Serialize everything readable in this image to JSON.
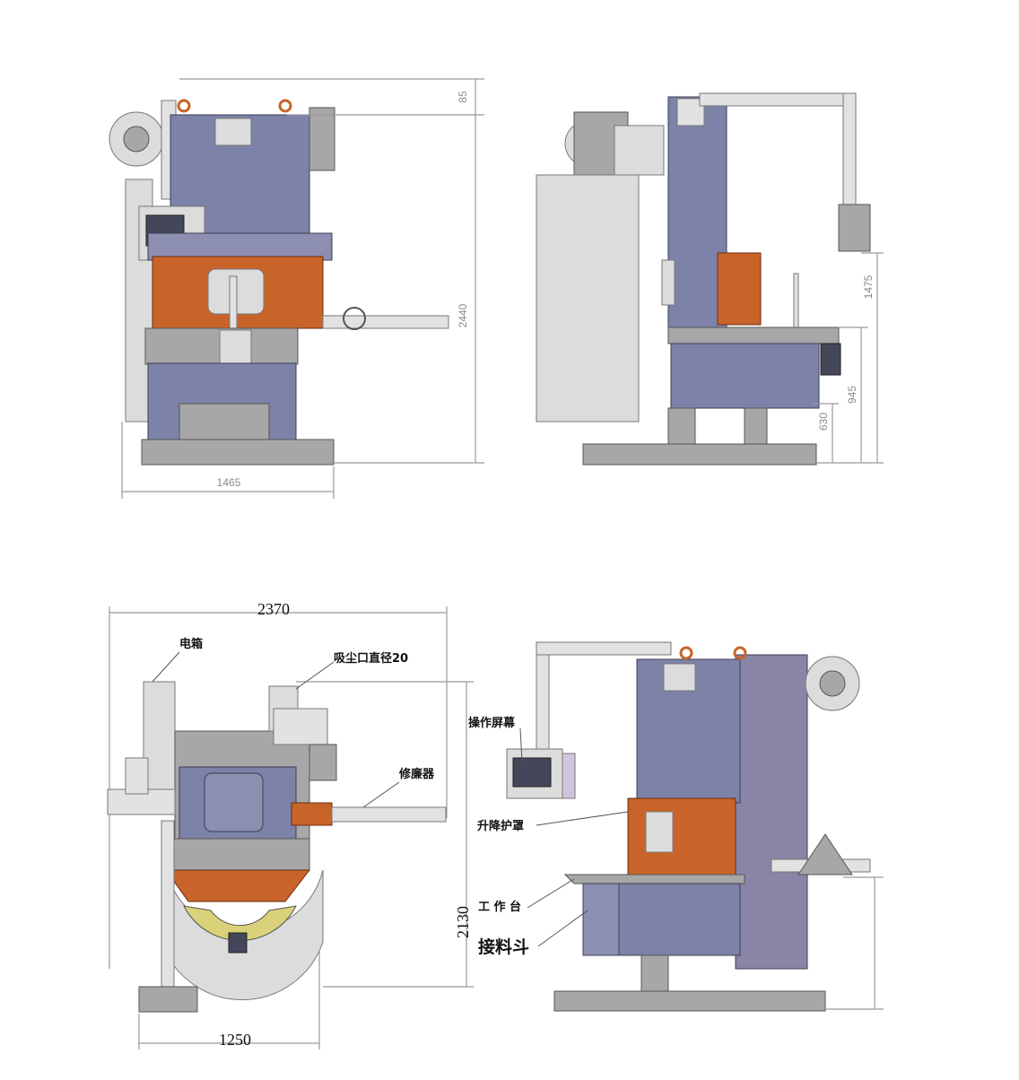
{
  "views": {
    "front": {
      "dimensions": {
        "top_offset": "85",
        "height": "2440",
        "width": "1465"
      }
    },
    "side": {
      "dimensions": {
        "arm_height": "1475",
        "table_height": "945",
        "base_height": "630"
      }
    },
    "top": {
      "dimensions": {
        "length": "2370",
        "width": "1250"
      },
      "labels": {
        "electric_box": "电箱",
        "dust_port": "吸尘口直径20",
        "trimmer": "修廉器"
      }
    },
    "perspective": {
      "dimensions": {
        "height": "2130"
      },
      "labels": {
        "screen": "操作屏幕",
        "guard": "升降护罩",
        "worktable": "工 作 台",
        "hopper": "接料斗"
      }
    }
  },
  "colors": {
    "body": "#7d82a8",
    "guard": "#c8642a",
    "base": "#a7a7a7"
  }
}
